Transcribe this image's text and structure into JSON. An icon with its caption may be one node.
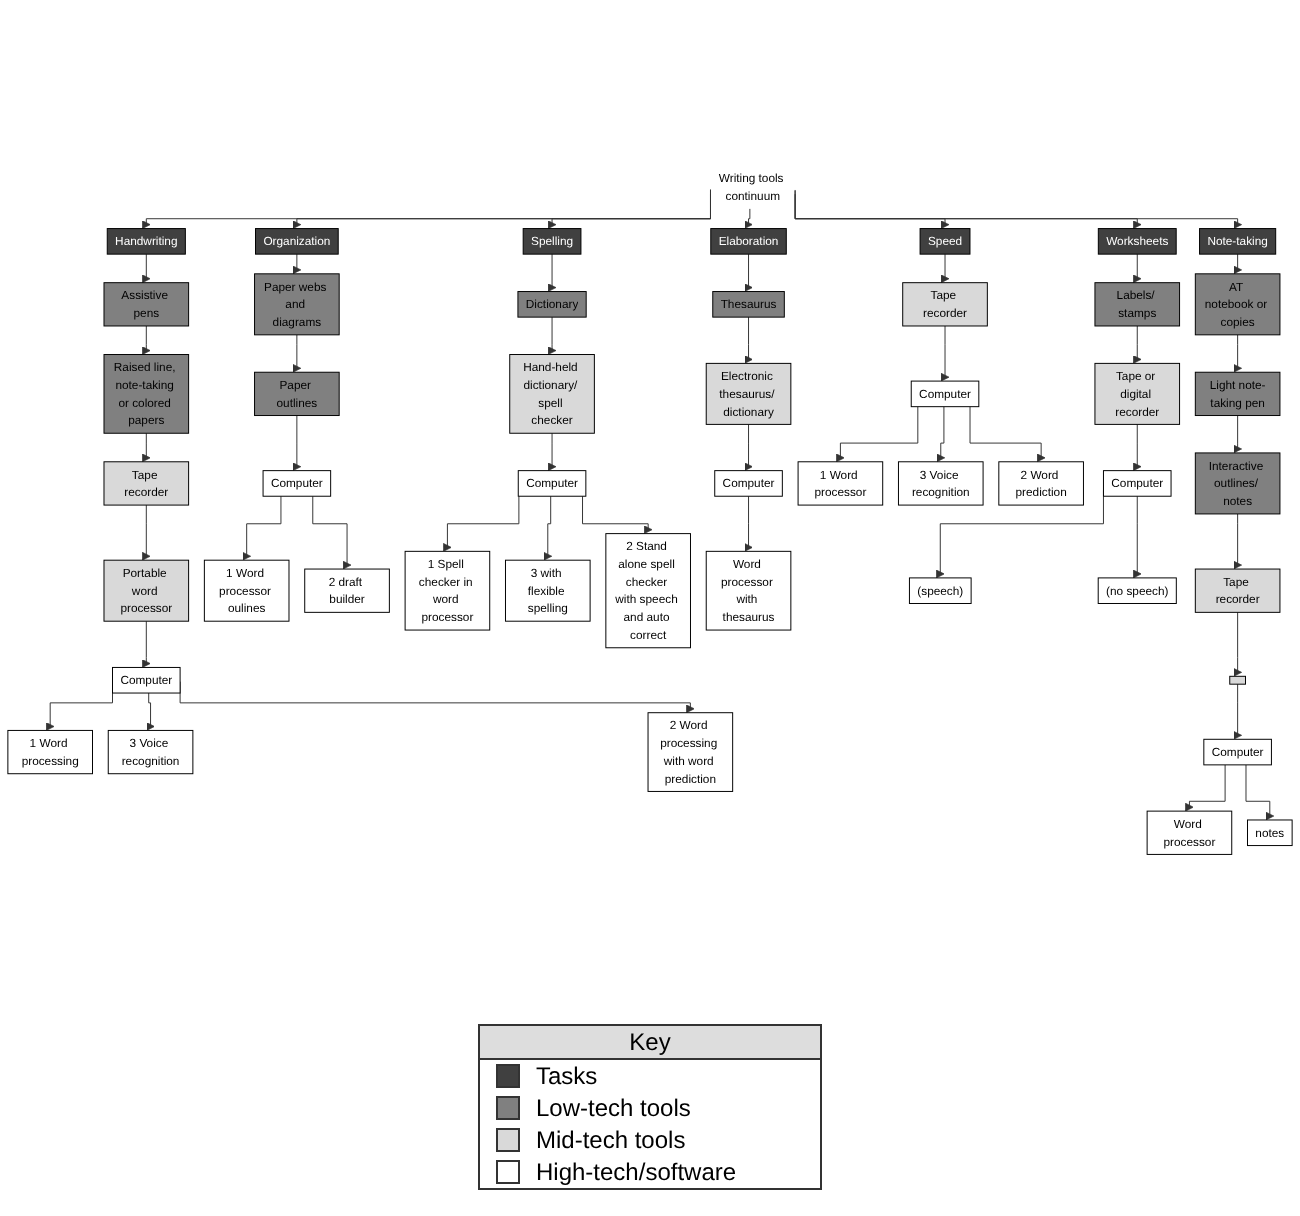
{
  "diagram": {
    "nodes": [
      {
        "text": [
          "Writing tools continuum"
        ]
      },
      {
        "text": [
          "Handwriting"
        ]
      },
      {
        "text": [
          "Assistive pens"
        ]
      },
      {
        "text": [
          "Raised line, note-taking or colored papers"
        ]
      },
      {
        "text": [
          "Tape recorder"
        ]
      },
      {
        "text": [
          "Portable word processor"
        ]
      },
      {
        "text": [
          "Computer"
        ]
      },
      {
        "text": [
          "1 Word processing"
        ]
      },
      {
        "text": [
          "3 Voice recognition"
        ]
      },
      {
        "text": [
          "2 Word processing with word prediction"
        ]
      },
      {
        "text": [
          "Organization"
        ]
      },
      {
        "text": [
          "Paper webs and diagrams"
        ]
      },
      {
        "text": [
          "Paper outlines"
        ]
      },
      {
        "text": [
          "Computer"
        ]
      },
      {
        "text": [
          "1 Word processor oulines"
        ]
      },
      {
        "text": [
          "2 draft builder"
        ]
      },
      {
        "text": [
          "Spelling"
        ]
      },
      {
        "text": [
          "Dictionary"
        ]
      },
      {
        "text": [
          "Hand-held dictionary/ spell checker"
        ]
      },
      {
        "text": [
          "Computer"
        ]
      },
      {
        "text": [
          "1 Spell checker in word processor"
        ]
      },
      {
        "text": [
          "3 with flexible spelling"
        ]
      },
      {
        "text": [
          "2 Stand alone spell checker with speech and auto correct"
        ]
      },
      {
        "text": [
          "Elaboration"
        ]
      },
      {
        "text": [
          "Thesaurus"
        ]
      },
      {
        "text": [
          "Electronic thesaurus/ dictionary"
        ]
      },
      {
        "text": [
          "Computer"
        ]
      },
      {
        "text": [
          "Word processor with thesaurus"
        ]
      },
      {
        "text": [
          "Speed"
        ]
      },
      {
        "text": [
          "Tape recorder"
        ]
      },
      {
        "text": [
          "Computer"
        ]
      },
      {
        "text": [
          "1 Word processor"
        ]
      },
      {
        "text": [
          "3 Voice recognition"
        ]
      },
      {
        "text": [
          "2 Word prediction"
        ]
      },
      {
        "text": [
          "Worksheets"
        ]
      },
      {
        "text": [
          "Labels/ stamps"
        ]
      },
      {
        "text": [
          "Tape or digital recorder"
        ]
      },
      {
        "text": [
          "Computer"
        ]
      },
      {
        "text": [
          "(speech)"
        ]
      },
      {
        "text": [
          "(no speech)"
        ]
      },
      {
        "text": [
          "Note-taking"
        ]
      },
      {
        "text": [
          "AT notebook or copies"
        ]
      },
      {
        "text": [
          "Light note-taking pen"
        ]
      },
      {
        "text": [
          "Interactive outlines/ notes"
        ]
      },
      {
        "text": [
          "Tape recorder"
        ]
      },
      {
        "text": [],
        "shape": "box"
      },
      {
        "text": [
          "Computer"
        ]
      },
      {
        "text": [
          "Word processor"
        ]
      },
      {
        "text": [
          "notes"
        ]
      }
    ],
    "edges": [
      {
        "from": 0,
        "to": 1,
        "arrow": "to"
      },
      {
        "from": 0,
        "to": 10,
        "arrow": "to"
      },
      {
        "from": 0,
        "to": 16,
        "arrow": "to"
      },
      {
        "from": 0,
        "to": 23,
        "arrow": "to"
      },
      {
        "from": 0,
        "to": 28,
        "arrow": "to"
      },
      {
        "from": 0,
        "to": 34,
        "arrow": "to"
      },
      {
        "from": 0,
        "to": 40,
        "arrow": "to"
      },
      {
        "from": 1,
        "to": 2,
        "arrow": "to"
      },
      {
        "from": 2,
        "to": 3,
        "arrow": "to"
      },
      {
        "from": 3,
        "to": 4,
        "arrow": "to"
      },
      {
        "from": 4,
        "to": 5,
        "arrow": "to"
      },
      {
        "from": 5,
        "to": 6,
        "arrow": "to"
      },
      {
        "from": 6,
        "to": 7,
        "arrow": "to"
      },
      {
        "from": 6,
        "to": 8,
        "arrow": "to"
      },
      {
        "from": 6,
        "to": 9,
        "arrow": "to"
      },
      {
        "from": 10,
        "to": 11,
        "arrow": "to"
      },
      {
        "from": 11,
        "to": 12,
        "arrow": "to"
      },
      {
        "from": 12,
        "to": 13,
        "arrow": "to"
      },
      {
        "from": 13,
        "to": 14,
        "arrow": "to"
      },
      {
        "from": 13,
        "to": 15,
        "arrow": "to"
      },
      {
        "from": 16,
        "to": 17,
        "arrow": "to"
      },
      {
        "from": 17,
        "to": 18,
        "arrow": "to"
      },
      {
        "from": 18,
        "to": 19,
        "arrow": "to"
      },
      {
        "from": 19,
        "to": 20,
        "arrow": "to"
      },
      {
        "from": 19,
        "to": 21,
        "arrow": "to"
      },
      {
        "from": 19,
        "to": 22,
        "arrow": "to"
      },
      {
        "from": 23,
        "to": 24,
        "arrow": "to"
      },
      {
        "from": 24,
        "to": 25,
        "arrow": "to"
      },
      {
        "from": 25,
        "to": 26,
        "arrow": "to"
      },
      {
        "from": 26,
        "to": 27,
        "arrow": "to"
      },
      {
        "from": 28,
        "to": 29,
        "arrow": "to"
      },
      {
        "from": 29,
        "to": 30,
        "arrow": "to"
      },
      {
        "from": 30,
        "to": 31,
        "arrow": "to"
      },
      {
        "from": 30,
        "to": 32,
        "arrow": "to"
      },
      {
        "from": 30,
        "to": 33,
        "arrow": "to"
      },
      {
        "from": 34,
        "to": 35,
        "arrow": "to"
      },
      {
        "from": 35,
        "to": 36,
        "arrow": "to"
      },
      {
        "from": 36,
        "to": 37,
        "arrow": "to"
      },
      {
        "from": 37,
        "to": 39,
        "arrow": "to"
      },
      {
        "from": 37,
        "to": 38,
        "arrow": "to"
      },
      {
        "from": 40,
        "to": 41,
        "arrow": "to"
      },
      {
        "from": 41,
        "to": 42,
        "arrow": "to"
      },
      {
        "from": 42,
        "to": 43,
        "arrow": "to"
      },
      {
        "from": 43,
        "to": 44,
        "arrow": "to"
      },
      {
        "from": 44,
        "to": 45,
        "arrow": "to"
      },
      {
        "from": 45,
        "to": 46,
        "arrow": "to"
      },
      {
        "from": 46,
        "to": 47,
        "arrow": "to"
      },
      {
        "from": 46,
        "to": 48,
        "arrow": "to"
      }
    ],
    "labels": [
      "Key"
    ],
    "legend": [
      {
        "text": "Tasks",
        "color": "#404040"
      },
      {
        "text": "Low-tech tools",
        "color": "#808080"
      },
      {
        "text": "Mid-tech tools",
        "color": "#d9d9d9"
      },
      {
        "text": "High-tech/software",
        "color": "#ffffff"
      }
    ]
  }
}
